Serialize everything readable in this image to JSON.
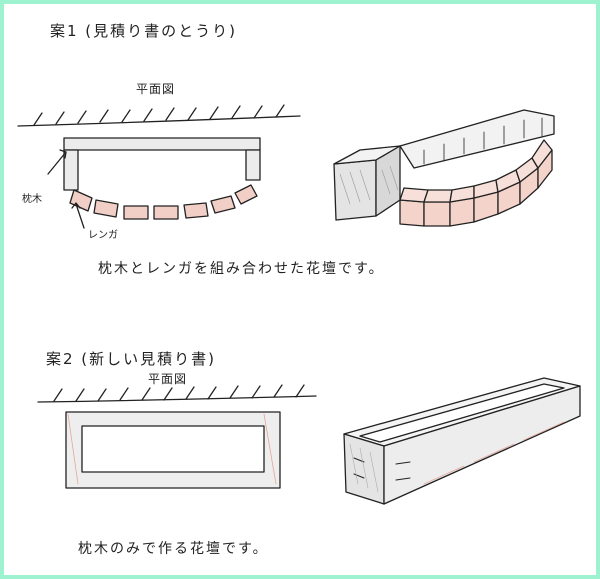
{
  "plan1": {
    "heading": "案1 (見積り書のとうり)",
    "plan_view_label": "平面図",
    "label_sleeper": "枕木",
    "label_brick": "レンガ",
    "caption": "枕木とレンガを組み合わせた花壇です。"
  },
  "plan2": {
    "heading": "案2 (新しい見積り書)",
    "plan_view_label": "平面図",
    "caption": "枕木のみで作る花壇です。"
  },
  "colors": {
    "frame": "#9ff2cf",
    "ink": "#222222",
    "brick_tint": "#e9b2a6",
    "wood_tint": "#cfcfcf"
  }
}
